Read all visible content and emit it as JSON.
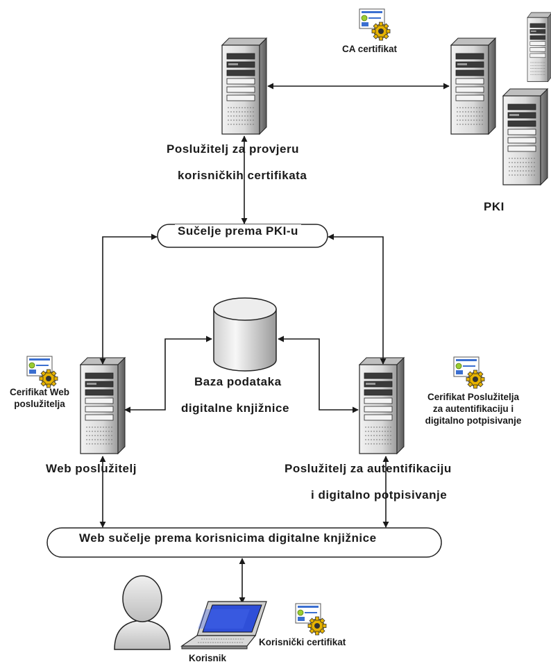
{
  "diagram": {
    "nodes": {
      "verification_server": {
        "label_line1": "Poslužitelj za provjeru",
        "label_line2": "korisničkih certifikata"
      },
      "ca_certificate": {
        "label": "CA certifikat"
      },
      "pki": {
        "label": "PKI"
      },
      "pki_interface": {
        "label": "Sučelje prema PKI-u"
      },
      "database": {
        "label_line1": "Baza podataka",
        "label_line2": "digitalne knjižnice"
      },
      "web_server": {
        "label": "Web poslužitelj"
      },
      "web_server_certificate": {
        "label_line1": "Cerifikat Web",
        "label_line2": "poslužitelja"
      },
      "auth_server": {
        "label_line1": "Poslužitelj za autentifikaciju",
        "label_line2": "i digitalno potpisivanje"
      },
      "auth_server_certificate": {
        "label_line1": "Cerifikat Poslužitelja",
        "label_line2": "za autentifikaciju i",
        "label_line3": "digitalno potpisivanje"
      },
      "user_interface": {
        "label": "Web sučelje prema korisnicima digitalne knjižnice"
      },
      "user": {
        "label": "Korisnik"
      },
      "user_certificate": {
        "label": "Korisnički certifikat"
      }
    },
    "edges": [
      {
        "from": "verification_server",
        "to": "pki",
        "style": "bidirectional"
      },
      {
        "from": "verification_server",
        "to": "pki_interface",
        "style": "bidirectional"
      },
      {
        "from": "pki_interface",
        "to": "web_server",
        "style": "bidirectional"
      },
      {
        "from": "pki_interface",
        "to": "auth_server",
        "style": "bidirectional"
      },
      {
        "from": "database",
        "to": "web_server",
        "style": "bidirectional"
      },
      {
        "from": "database",
        "to": "auth_server",
        "style": "bidirectional"
      },
      {
        "from": "web_server",
        "to": "user_interface",
        "style": "bidirectional"
      },
      {
        "from": "auth_server",
        "to": "user_interface",
        "style": "bidirectional"
      },
      {
        "from": "user_interface",
        "to": "user",
        "style": "bidirectional"
      }
    ],
    "colors": {
      "line": "#1a1a1a",
      "server_light": "#e6e6e6",
      "server_dark": "#3a3a3a",
      "laptop_screen": "#2f4fd8",
      "cert_gear": "#e8b400"
    }
  }
}
